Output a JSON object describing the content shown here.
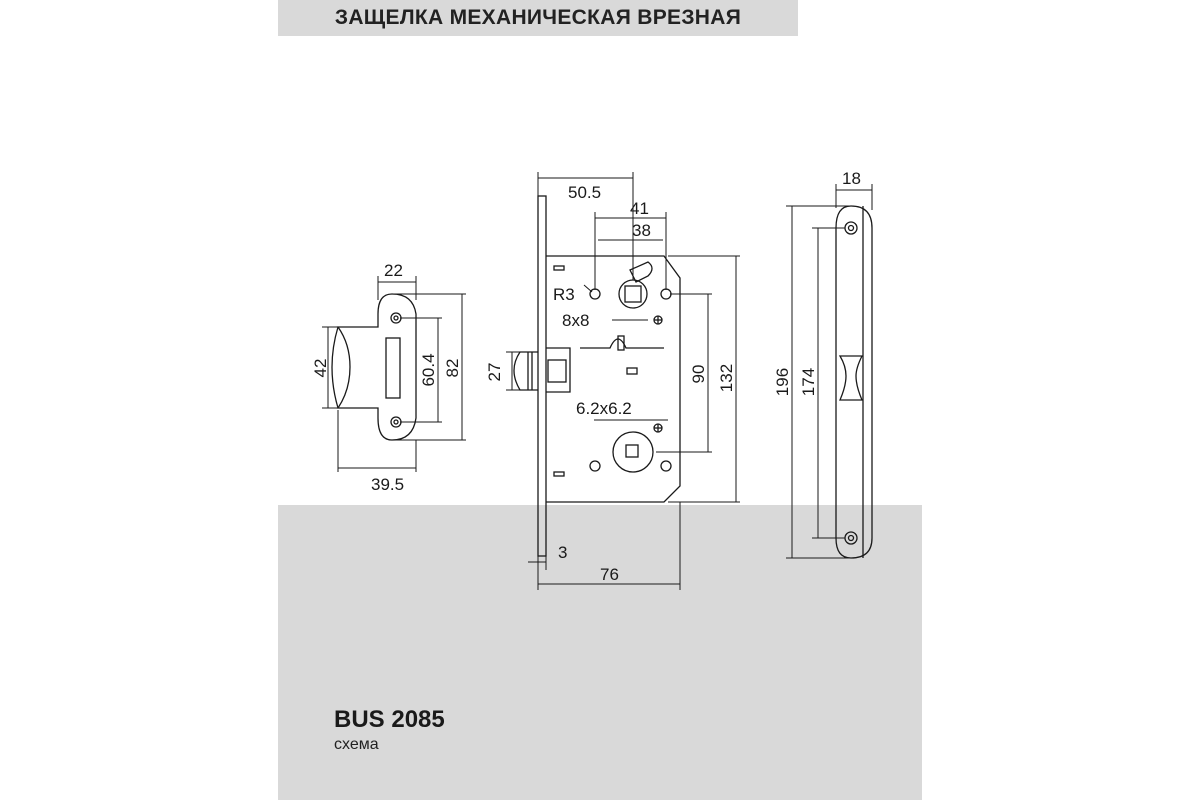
{
  "title": "ЗАЩЕЛКА МЕХАНИЧЕСКАЯ ВРЕЗНАЯ",
  "model": "BUS 2085",
  "subtitle": "схема",
  "dimensions": {
    "strike_width": "22",
    "strike_depth": "42",
    "strike_hole_spacing": "60.4",
    "strike_height": "82",
    "strike_length": "39.5",
    "backset": "50.5",
    "hole_spacing_outer": "41",
    "hole_spacing_inner": "38",
    "hole_radius": "R3",
    "upper_spindle": "8x8",
    "latch_height": "27",
    "spindle_distance": "90",
    "body_height": "132",
    "lower_spindle": "6.2x6.2",
    "faceplate_thickness": "3",
    "body_depth": "76",
    "faceplate_width": "18",
    "faceplate_height": "196",
    "faceplate_hole_spacing": "174"
  },
  "colors": {
    "panel": "#d9d9d9",
    "line": "#1a1a1a"
  }
}
